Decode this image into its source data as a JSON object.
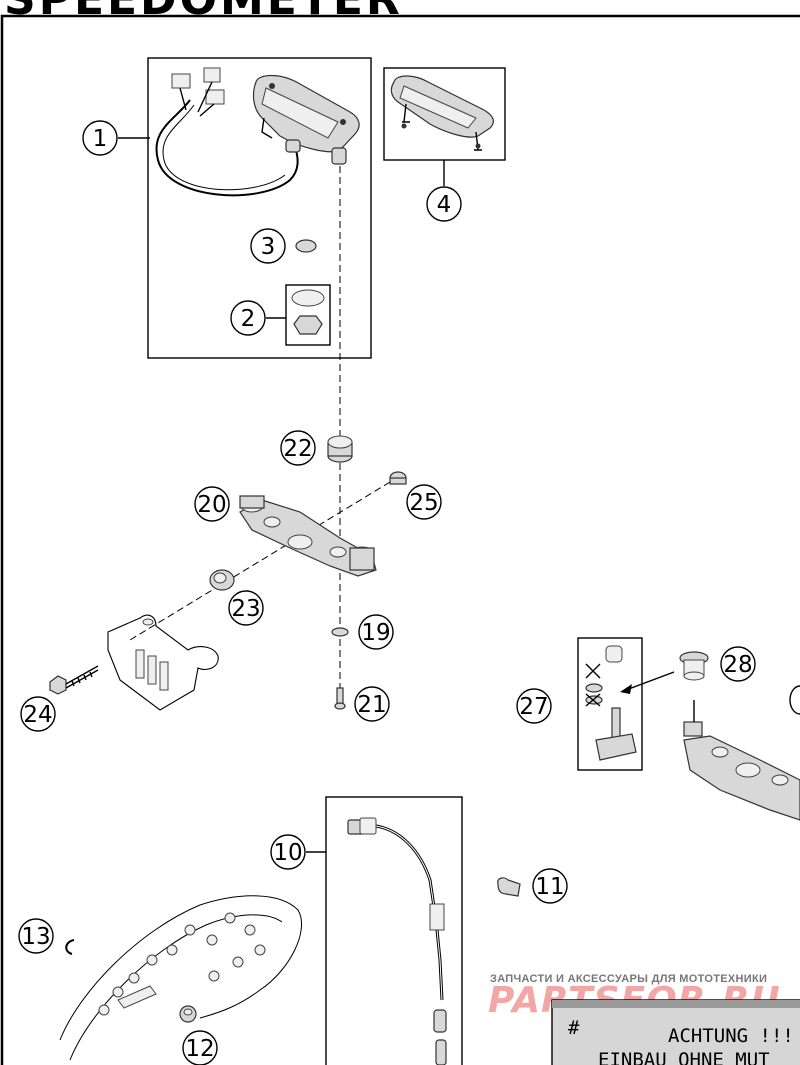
{
  "page": {
    "title": "SPEEDOMETER"
  },
  "callouts": {
    "c1": "1",
    "c2": "2",
    "c3": "3",
    "c4": "4",
    "c10": "10",
    "c11": "11",
    "c12": "12",
    "c13": "13",
    "c19": "19",
    "c20": "20",
    "c21": "21",
    "c22": "22",
    "c23": "23",
    "c24": "24",
    "c25": "25",
    "c27": "27",
    "c28": "28"
  },
  "watermark": {
    "tagline": "ЗАПЧАСТИ И АКСЕССУАРЫ ДЛЯ МОТОТЕХНИКИ",
    "brand": "PARTSFOR.RU"
  },
  "note": {
    "hash": "#",
    "line1": "ACHTUNG !!!",
    "line2": "EINBAU OHNE MUT"
  }
}
